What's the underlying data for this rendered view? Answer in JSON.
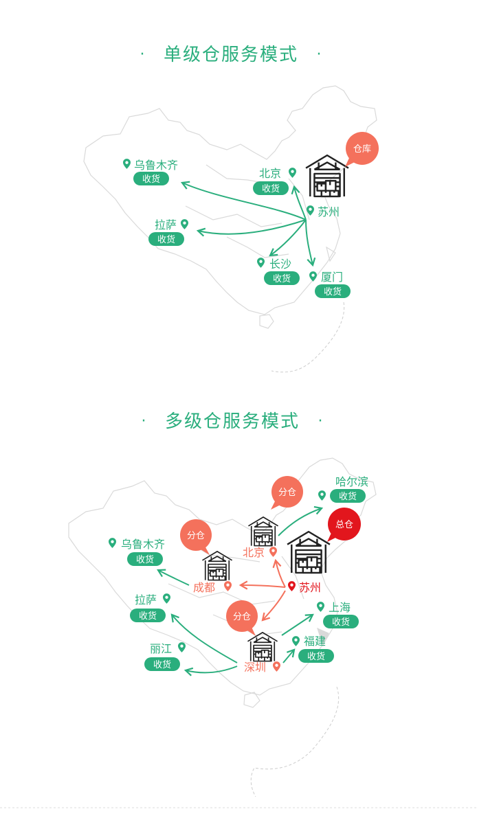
{
  "colors": {
    "green": "#2aae7d",
    "coral": "#f4715c",
    "red": "#e2161d",
    "map_line": "#d9d9d9",
    "dashed": "#cccccc",
    "title_green": "#2aae7d"
  },
  "sections": [
    {
      "title": "单级仓服务模式",
      "title_dots": "·",
      "warehouse_badge": "仓库",
      "hub_city": "苏州",
      "cities": [
        {
          "name": "乌鲁木齐",
          "badge": "收货"
        },
        {
          "name": "北京",
          "badge": "收货"
        },
        {
          "name": "拉萨",
          "badge": "收货"
        },
        {
          "name": "长沙",
          "badge": "收货"
        },
        {
          "name": "厦门",
          "badge": "收货"
        }
      ]
    },
    {
      "title": "多级仓服务模式",
      "title_dots": "·",
      "hub_badge": "总仓",
      "hub_city": "苏州",
      "branch_badge": "分仓",
      "branches": [
        {
          "name": "北京"
        },
        {
          "name": "成都"
        },
        {
          "name": "深圳"
        }
      ],
      "cities": [
        {
          "name": "哈尔滨",
          "badge": "收货"
        },
        {
          "name": "乌鲁木齐",
          "badge": "收货"
        },
        {
          "name": "拉萨",
          "badge": "收货"
        },
        {
          "name": "丽江",
          "badge": "收货"
        },
        {
          "name": "上海",
          "badge": "收货"
        },
        {
          "name": "福建",
          "badge": "收货"
        }
      ]
    }
  ]
}
